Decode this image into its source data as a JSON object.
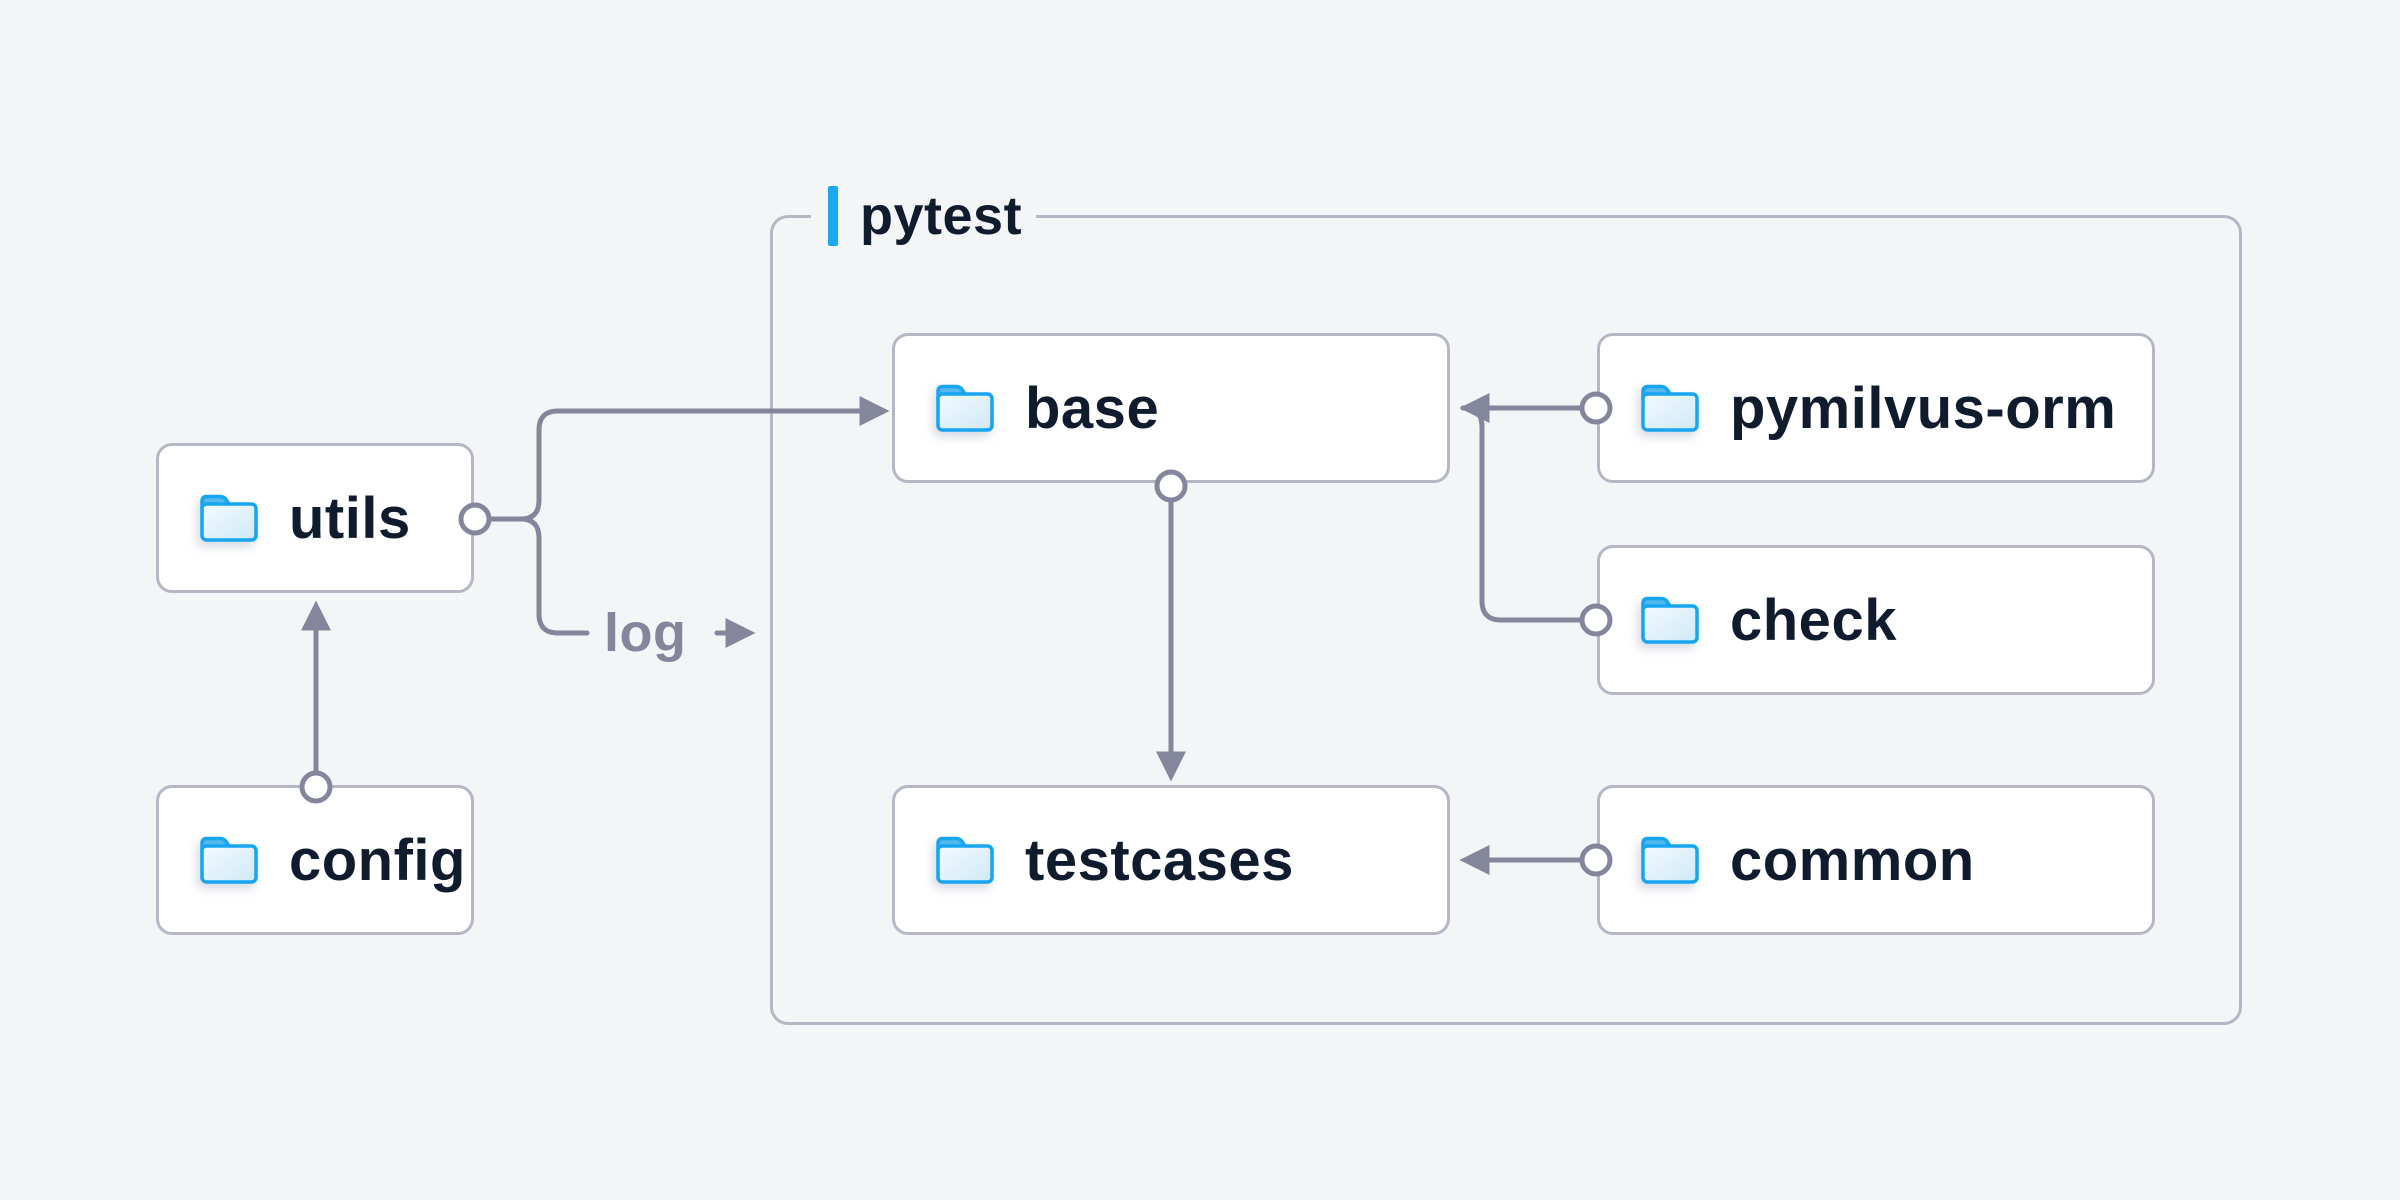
{
  "diagram_title": "pytest",
  "group": {
    "label": "pytest"
  },
  "nodes": [
    {
      "id": "utils",
      "label": "utils",
      "icon": "folder-icon"
    },
    {
      "id": "config",
      "label": "config",
      "icon": "folder-icon"
    },
    {
      "id": "base",
      "label": "base",
      "icon": "folder-icon"
    },
    {
      "id": "testcases",
      "label": "testcases",
      "icon": "folder-icon"
    },
    {
      "id": "pymilvus-orm",
      "label": "pymilvus-orm",
      "icon": "folder-icon"
    },
    {
      "id": "check",
      "label": "check",
      "icon": "folder-icon"
    },
    {
      "id": "common",
      "label": "common",
      "icon": "folder-icon"
    }
  ],
  "edges": [
    {
      "from": "config",
      "to": "utils",
      "style": "arrow"
    },
    {
      "from": "utils",
      "to": "base",
      "style": "arrow"
    },
    {
      "from": "utils",
      "to": "pytest",
      "style": "arrow",
      "label": "log"
    },
    {
      "from": "base",
      "to": "testcases",
      "style": "arrow"
    },
    {
      "from": "pymilvus-orm",
      "to": "base",
      "style": "arrow"
    },
    {
      "from": "check",
      "to": "base",
      "style": "merge"
    },
    {
      "from": "common",
      "to": "testcases",
      "style": "arrow"
    }
  ],
  "colors": {
    "background": "#f4f5f7",
    "node_background": "#ffffff",
    "node_border": "#b5b8c4",
    "connector_gray": "#84879b",
    "label_navy": "#101b2e",
    "accent_blue": "#1da9f2",
    "folder_stroke_blue": "#18a5f0",
    "folder_tab_blue": "#55b7ee",
    "folder_fill_light": "#eff8fe"
  }
}
